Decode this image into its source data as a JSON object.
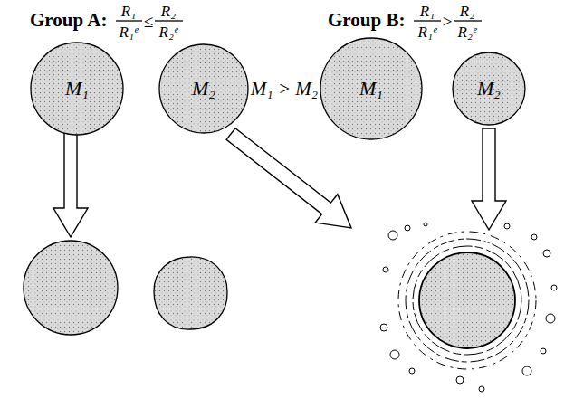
{
  "diagram": {
    "nodes": [
      {
        "text": [
          "M₁"
        ]
      },
      {
        "text": [
          "M₂"
        ]
      },
      {
        "text": [
          "M₁"
        ]
      },
      {
        "text": [
          "M₂"
        ]
      }
    ],
    "labels": [
      "Group A:",
      "R₁",
      "R₁ᵉ",
      "≤",
      "R₂",
      "R₂ᵉ",
      "Group B:",
      "R₁",
      "R₁ᵉ",
      ">",
      "R₂",
      "R₂ᵉ",
      "M₁ > M₂"
    ]
  }
}
